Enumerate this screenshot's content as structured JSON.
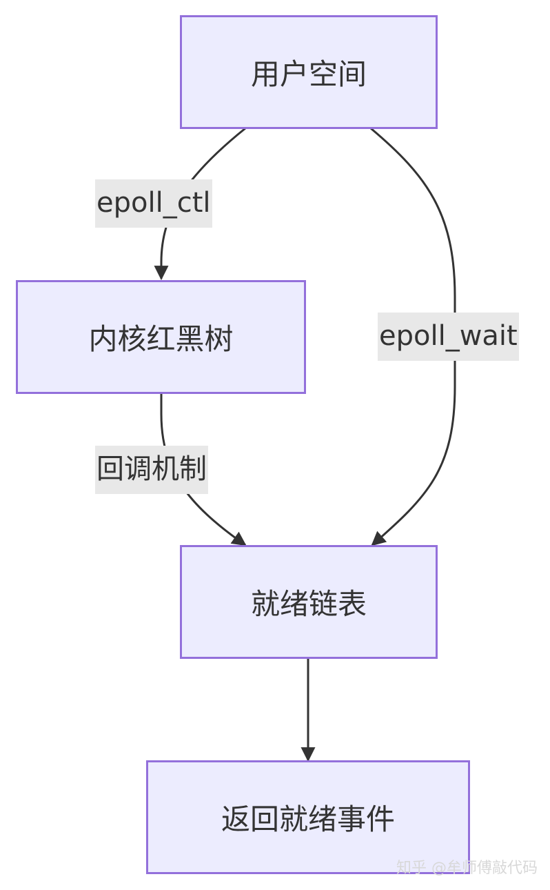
{
  "nodes": {
    "user_space": "用户空间",
    "kernel_rbtree": "内核红黑树",
    "ready_list": "就绪链表",
    "return_events": "返回就绪事件"
  },
  "edges": {
    "epoll_ctl": "epoll_ctl",
    "epoll_wait": "epoll_wait",
    "callback": "回调机制"
  },
  "watermark": "知乎 @牟师傅敲代码",
  "colors": {
    "node_fill": "#ececfe",
    "node_border": "#9370db",
    "edge_stroke": "#333333",
    "label_bg": "#e8e8e8",
    "text": "#333333"
  }
}
